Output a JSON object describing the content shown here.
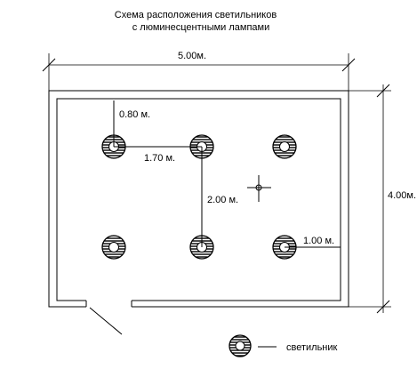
{
  "diagram": {
    "title_line1": "Схема расположения светильников",
    "title_line2": "с люминесцентными лампами",
    "dim_width": "5.00м.",
    "dim_height": "4.00м.",
    "dim_wall_offset": "0.80 м.",
    "dim_horizontal_spacing": "1.70 м.",
    "dim_vertical_spacing": "2.00 м.",
    "dim_right_offset": "1.00 м.",
    "legend_label": "светильник",
    "fixture_rows": 2,
    "fixture_cols": 3
  }
}
